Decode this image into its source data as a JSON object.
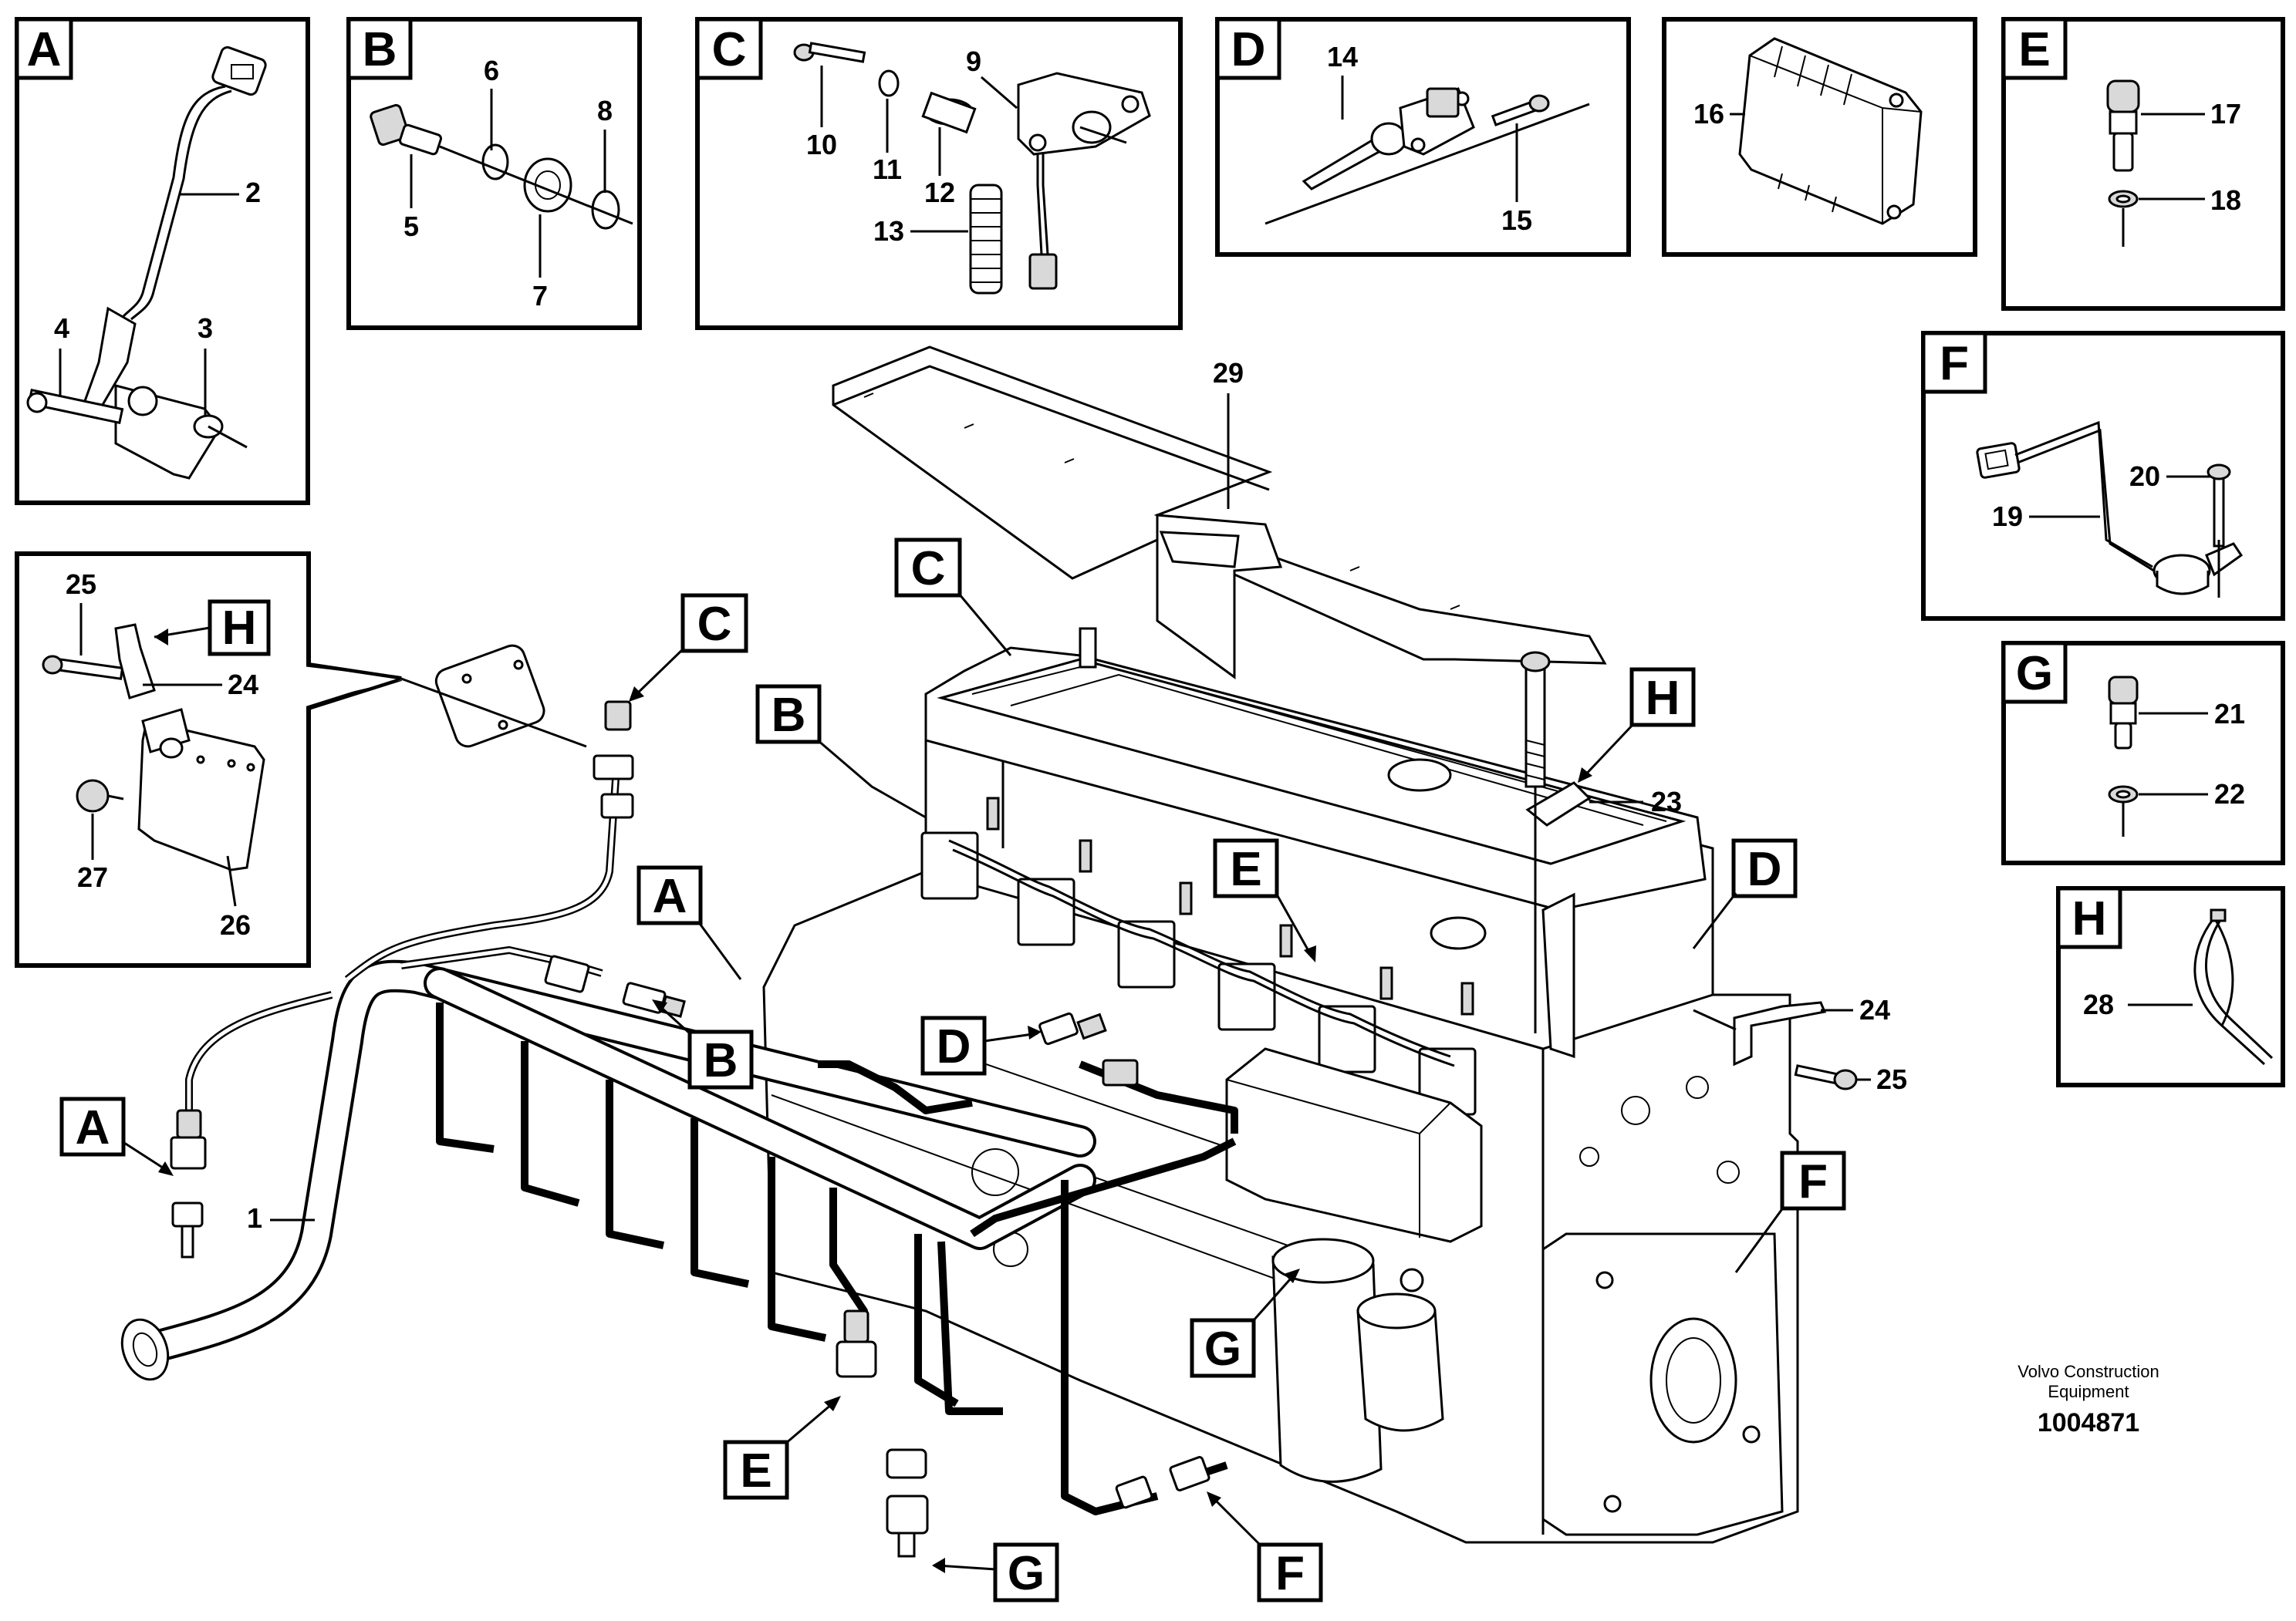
{
  "panels": {
    "A": {
      "tag": "A",
      "items": [
        "2",
        "4",
        "3"
      ]
    },
    "B": {
      "tag": "B",
      "items": [
        "6",
        "8",
        "5",
        "7"
      ]
    },
    "C": {
      "tag": "C",
      "items": [
        "9",
        "10",
        "11",
        "12",
        "13"
      ]
    },
    "D": {
      "tag": "D",
      "items": [
        "14",
        "15"
      ]
    },
    "ECU": {
      "items": [
        "16"
      ]
    },
    "E": {
      "tag": "E",
      "items": [
        "17",
        "18"
      ]
    },
    "F": {
      "tag": "F",
      "items": [
        "20",
        "19"
      ]
    },
    "G": {
      "tag": "G",
      "items": [
        "21",
        "22"
      ]
    },
    "H": {
      "tag": "H",
      "items": [
        "28"
      ]
    },
    "bracket": {
      "tag": "H",
      "items": [
        "25",
        "24",
        "27",
        "26"
      ]
    }
  },
  "main": {
    "callout_tags": [
      "C",
      "C",
      "B",
      "A",
      "H",
      "D",
      "E",
      "A",
      "B",
      "D",
      "F",
      "G",
      "E",
      "G",
      "F"
    ],
    "part_numbers": [
      "29",
      "23",
      "24",
      "25",
      "1"
    ]
  },
  "credit": {
    "line1": "Volvo Construction",
    "line2": "Equipment",
    "number": "1004871"
  }
}
